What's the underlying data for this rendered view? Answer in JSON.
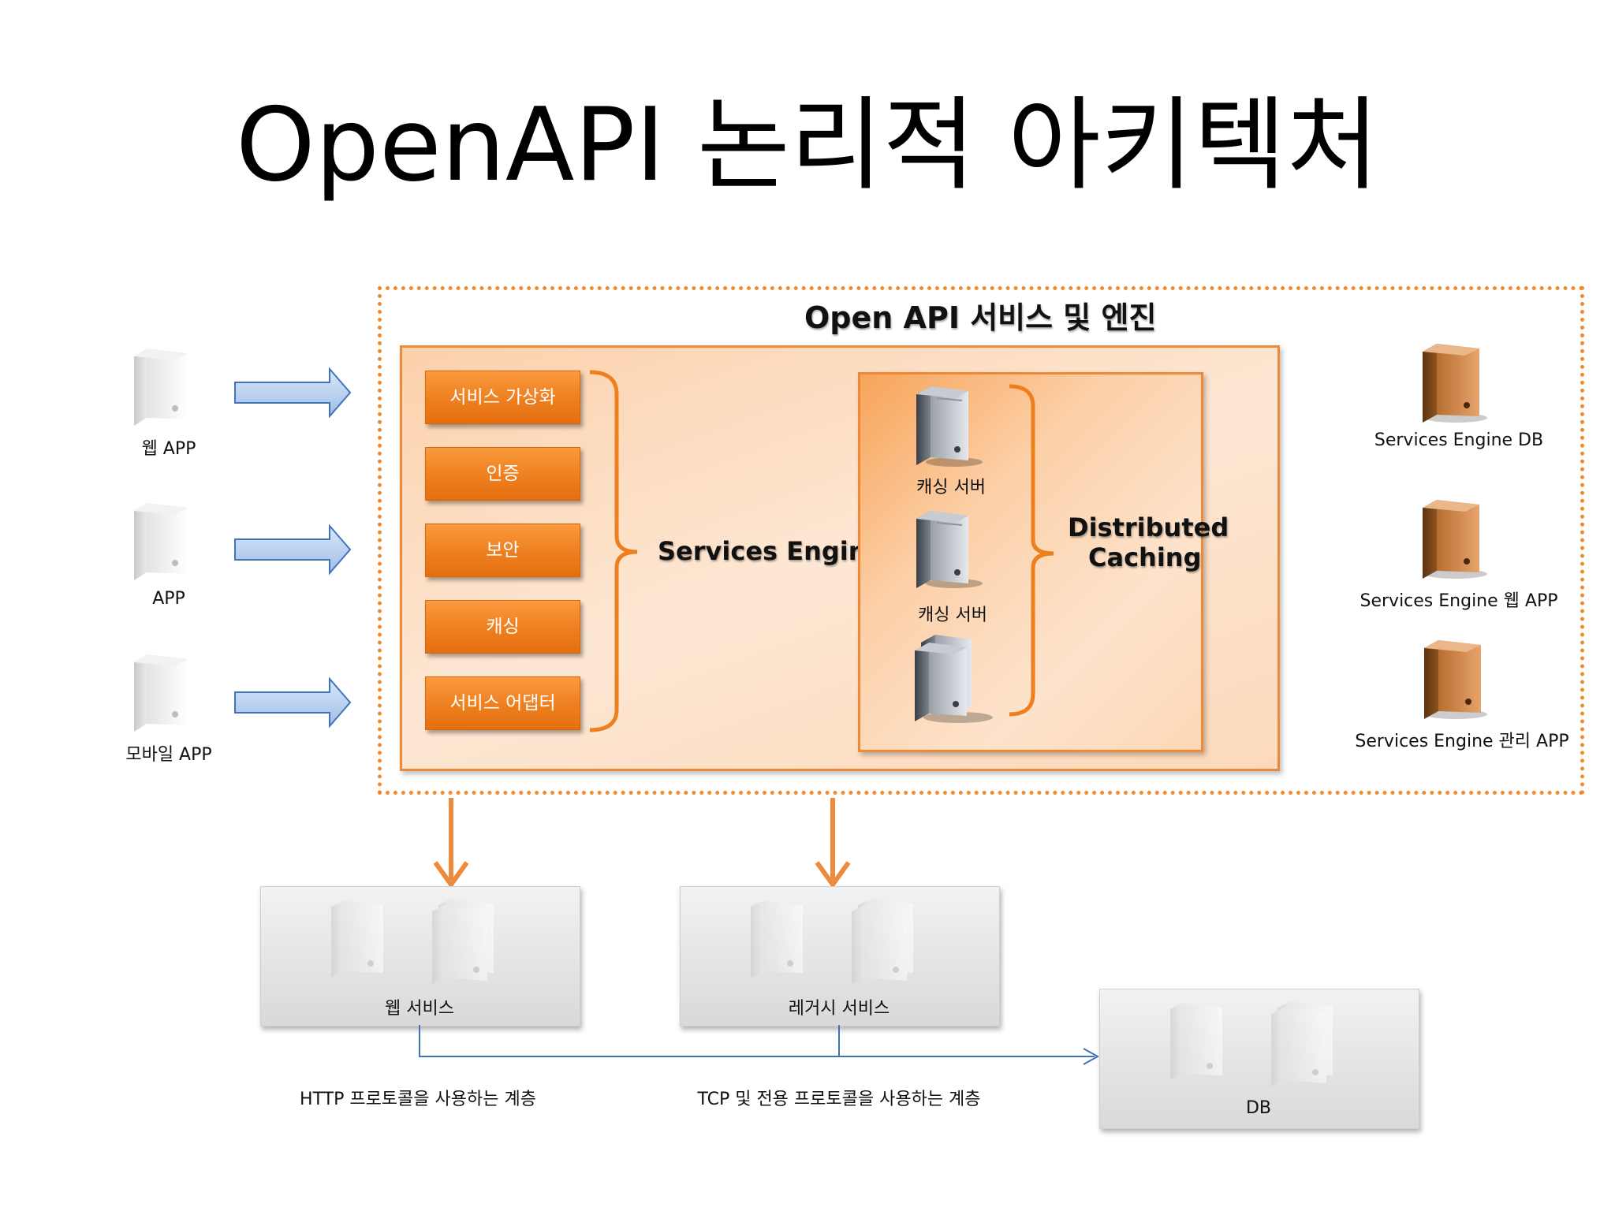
{
  "title": "OpenAPI 논리적 아키텍처",
  "frame_title": "Open API 서비스 및 엔진",
  "clients": [
    {
      "label": "웹 APP"
    },
    {
      "label": "APP"
    },
    {
      "label": "모바일 APP"
    }
  ],
  "engine": {
    "items": [
      "서비스 가상화",
      "인증",
      "보안",
      "캐싱",
      "서비스 어댑터"
    ],
    "label": "Services Engine"
  },
  "caching": {
    "servers": [
      "캐싱 서버",
      "캐싱 서버"
    ],
    "label_line1": "Distributed",
    "label_line2": "Caching"
  },
  "right_servers": [
    {
      "label": "Services Engine DB"
    },
    {
      "label": "Services Engine 웹 APP"
    },
    {
      "label": "Services Engine 관리 APP"
    }
  ],
  "backends": {
    "web_service": "웹 서비스",
    "legacy_service": "레거시 서비스",
    "db": "DB"
  },
  "layers": {
    "http": "HTTP 프로토콜을 사용하는 계층",
    "tcp": "TCP 및 전용 프로토콜을 사용하는 계층"
  },
  "colors": {
    "accent_orange": "#ee7f1e",
    "arrow_blue": "#a9c6ee",
    "connector_blue": "#3f74b9"
  }
}
